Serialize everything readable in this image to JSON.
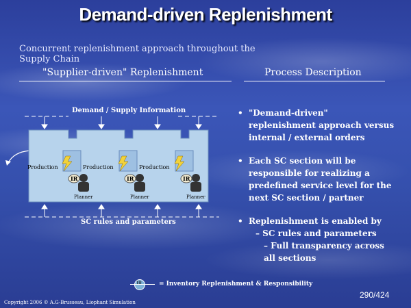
{
  "title": "Demand-driven Replenishment",
  "subtitle": "Concurrent replenishment approach throughout the Supply Chain",
  "left_heading": "\"Supplier-driven\" Replenishment",
  "right_heading": "Process Description",
  "diagram": {
    "top_label": "Demand / Supply Information",
    "bottom_label": "SC rules and parameters",
    "stages": [
      {
        "production": "Production",
        "ir": "IR",
        "planner": "Planner"
      },
      {
        "production": "Production",
        "ir": "IR",
        "planner": "Planner"
      },
      {
        "production": "Production",
        "ir": "IR",
        "planner": "Planner"
      }
    ],
    "first_production": "Production"
  },
  "bullets": [
    {
      "marker": "•",
      "text": "\"Demand-driven\" replenishment approach versus internal / external orders"
    },
    {
      "marker": "•",
      "text": "Each SC section will be responsible for realizing a predefined service level for the next SC section / partner"
    },
    {
      "marker": "•",
      "text": "Replenishment is enabled by",
      "subs": [
        "– SC rules and parameters",
        "– Full transparency across all sections"
      ]
    }
  ],
  "legend": {
    "icon_label": "IR",
    "text": "= Inventory Replenishment & Responsibility"
  },
  "page_number": "290/424",
  "copyright": "Copyright 2006 © A.G-Brusseau, Liophant Simulation"
}
